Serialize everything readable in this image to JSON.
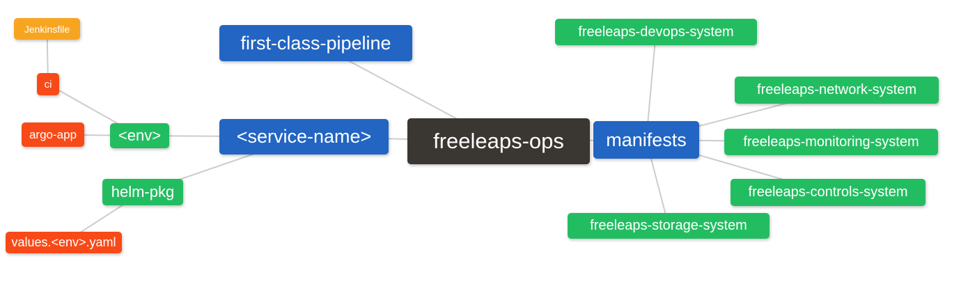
{
  "palette": {
    "root_node": "#3a3631",
    "branch_node": "#2265c2",
    "group_node": "#23bd61",
    "leaf_node": "#f84a18",
    "file_node": "#f7a521",
    "edge_line": "#cccccc",
    "node_text": "#ffffff",
    "background": "#ffffff"
  },
  "nodes": [
    {
      "label": "Jenkinsfile",
      "color": "#f7a521",
      "role": "leaf"
    },
    {
      "label": "ci",
      "color": "#f84a18",
      "role": "leaf"
    },
    {
      "label": "argo-app",
      "color": "#f84a18",
      "role": "leaf"
    },
    {
      "label": "<env>",
      "color": "#23bd61",
      "role": "group"
    },
    {
      "label": "helm-pkg",
      "color": "#23bd61",
      "role": "group"
    },
    {
      "label": "values.<env>.yaml",
      "color": "#f84a18",
      "role": "leaf"
    },
    {
      "label": "first-class-pipeline",
      "color": "#2265c2",
      "role": "branch"
    },
    {
      "label": "<service-name>",
      "color": "#2265c2",
      "role": "branch"
    },
    {
      "label": "freeleaps-ops",
      "color": "#3a3631",
      "role": "root"
    },
    {
      "label": "manifests",
      "color": "#2265c2",
      "role": "branch"
    },
    {
      "label": "freeleaps-devops-system",
      "color": "#23bd61",
      "role": "group"
    },
    {
      "label": "freeleaps-network-system",
      "color": "#23bd61",
      "role": "group"
    },
    {
      "label": "freeleaps-monitoring-system",
      "color": "#23bd61",
      "role": "group"
    },
    {
      "label": "freeleaps-controls-system",
      "color": "#23bd61",
      "role": "group"
    },
    {
      "label": "freeleaps-storage-system",
      "color": "#23bd61",
      "role": "group"
    }
  ],
  "edges": [
    [
      "Jenkinsfile",
      "ci"
    ],
    [
      "ci",
      "<env>"
    ],
    [
      "argo-app",
      "<env>"
    ],
    [
      "<env>",
      "<service-name>"
    ],
    [
      "helm-pkg",
      "<service-name>"
    ],
    [
      "values.<env>.yaml",
      "helm-pkg"
    ],
    [
      "first-class-pipeline",
      "freeleaps-ops"
    ],
    [
      "<service-name>",
      "freeleaps-ops"
    ],
    [
      "freeleaps-ops",
      "manifests"
    ],
    [
      "manifests",
      "freeleaps-devops-system"
    ],
    [
      "manifests",
      "freeleaps-network-system"
    ],
    [
      "manifests",
      "freeleaps-monitoring-system"
    ],
    [
      "manifests",
      "freeleaps-controls-system"
    ],
    [
      "manifests",
      "freeleaps-storage-system"
    ]
  ]
}
